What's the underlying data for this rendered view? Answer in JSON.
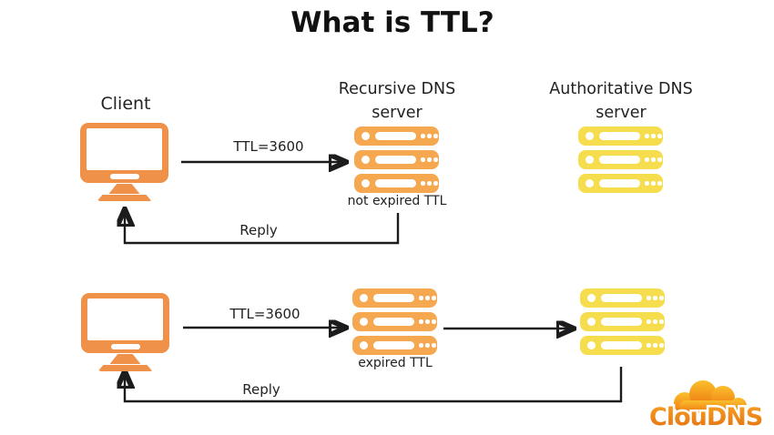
{
  "title": "What is TTL?",
  "labels": {
    "client": "Client",
    "recursive": "Recursive DNS server",
    "authoritative": "Authoritative DNS server"
  },
  "flow_cached": {
    "request": "TTL=3600",
    "reply": "Reply",
    "status": "not expired TTL"
  },
  "flow_expired": {
    "request": "TTL=3600",
    "reply": "Reply",
    "status": "expired TTL"
  },
  "logo": {
    "text": "ClouDNS"
  },
  "colors": {
    "background": "#FFFFFF",
    "monitor_orange": "#F0914A",
    "server_orange": "#F6A850",
    "server_yellow": "#F5DD4E",
    "arrow_black": "#1C1C1C",
    "text_black": "#1E1E1E",
    "logo_orange_top": "#FBBF2D",
    "logo_orange_bottom": "#EC750E"
  }
}
